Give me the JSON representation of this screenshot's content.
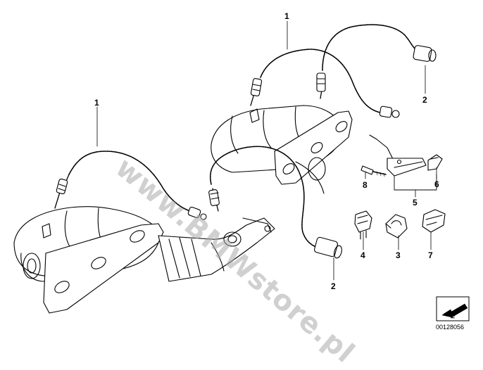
{
  "watermark": "www.BMWstore.pl",
  "diagram_id": "00128056",
  "callouts": {
    "c1_left": "1",
    "c1_top": "1",
    "c2_top": "2",
    "c2_bottom": "2",
    "c3": "3",
    "c4": "4",
    "c5": "5",
    "c6": "6",
    "c7": "7",
    "c8": "8"
  },
  "icons": {
    "nav": "arrow-down-left-icon"
  }
}
